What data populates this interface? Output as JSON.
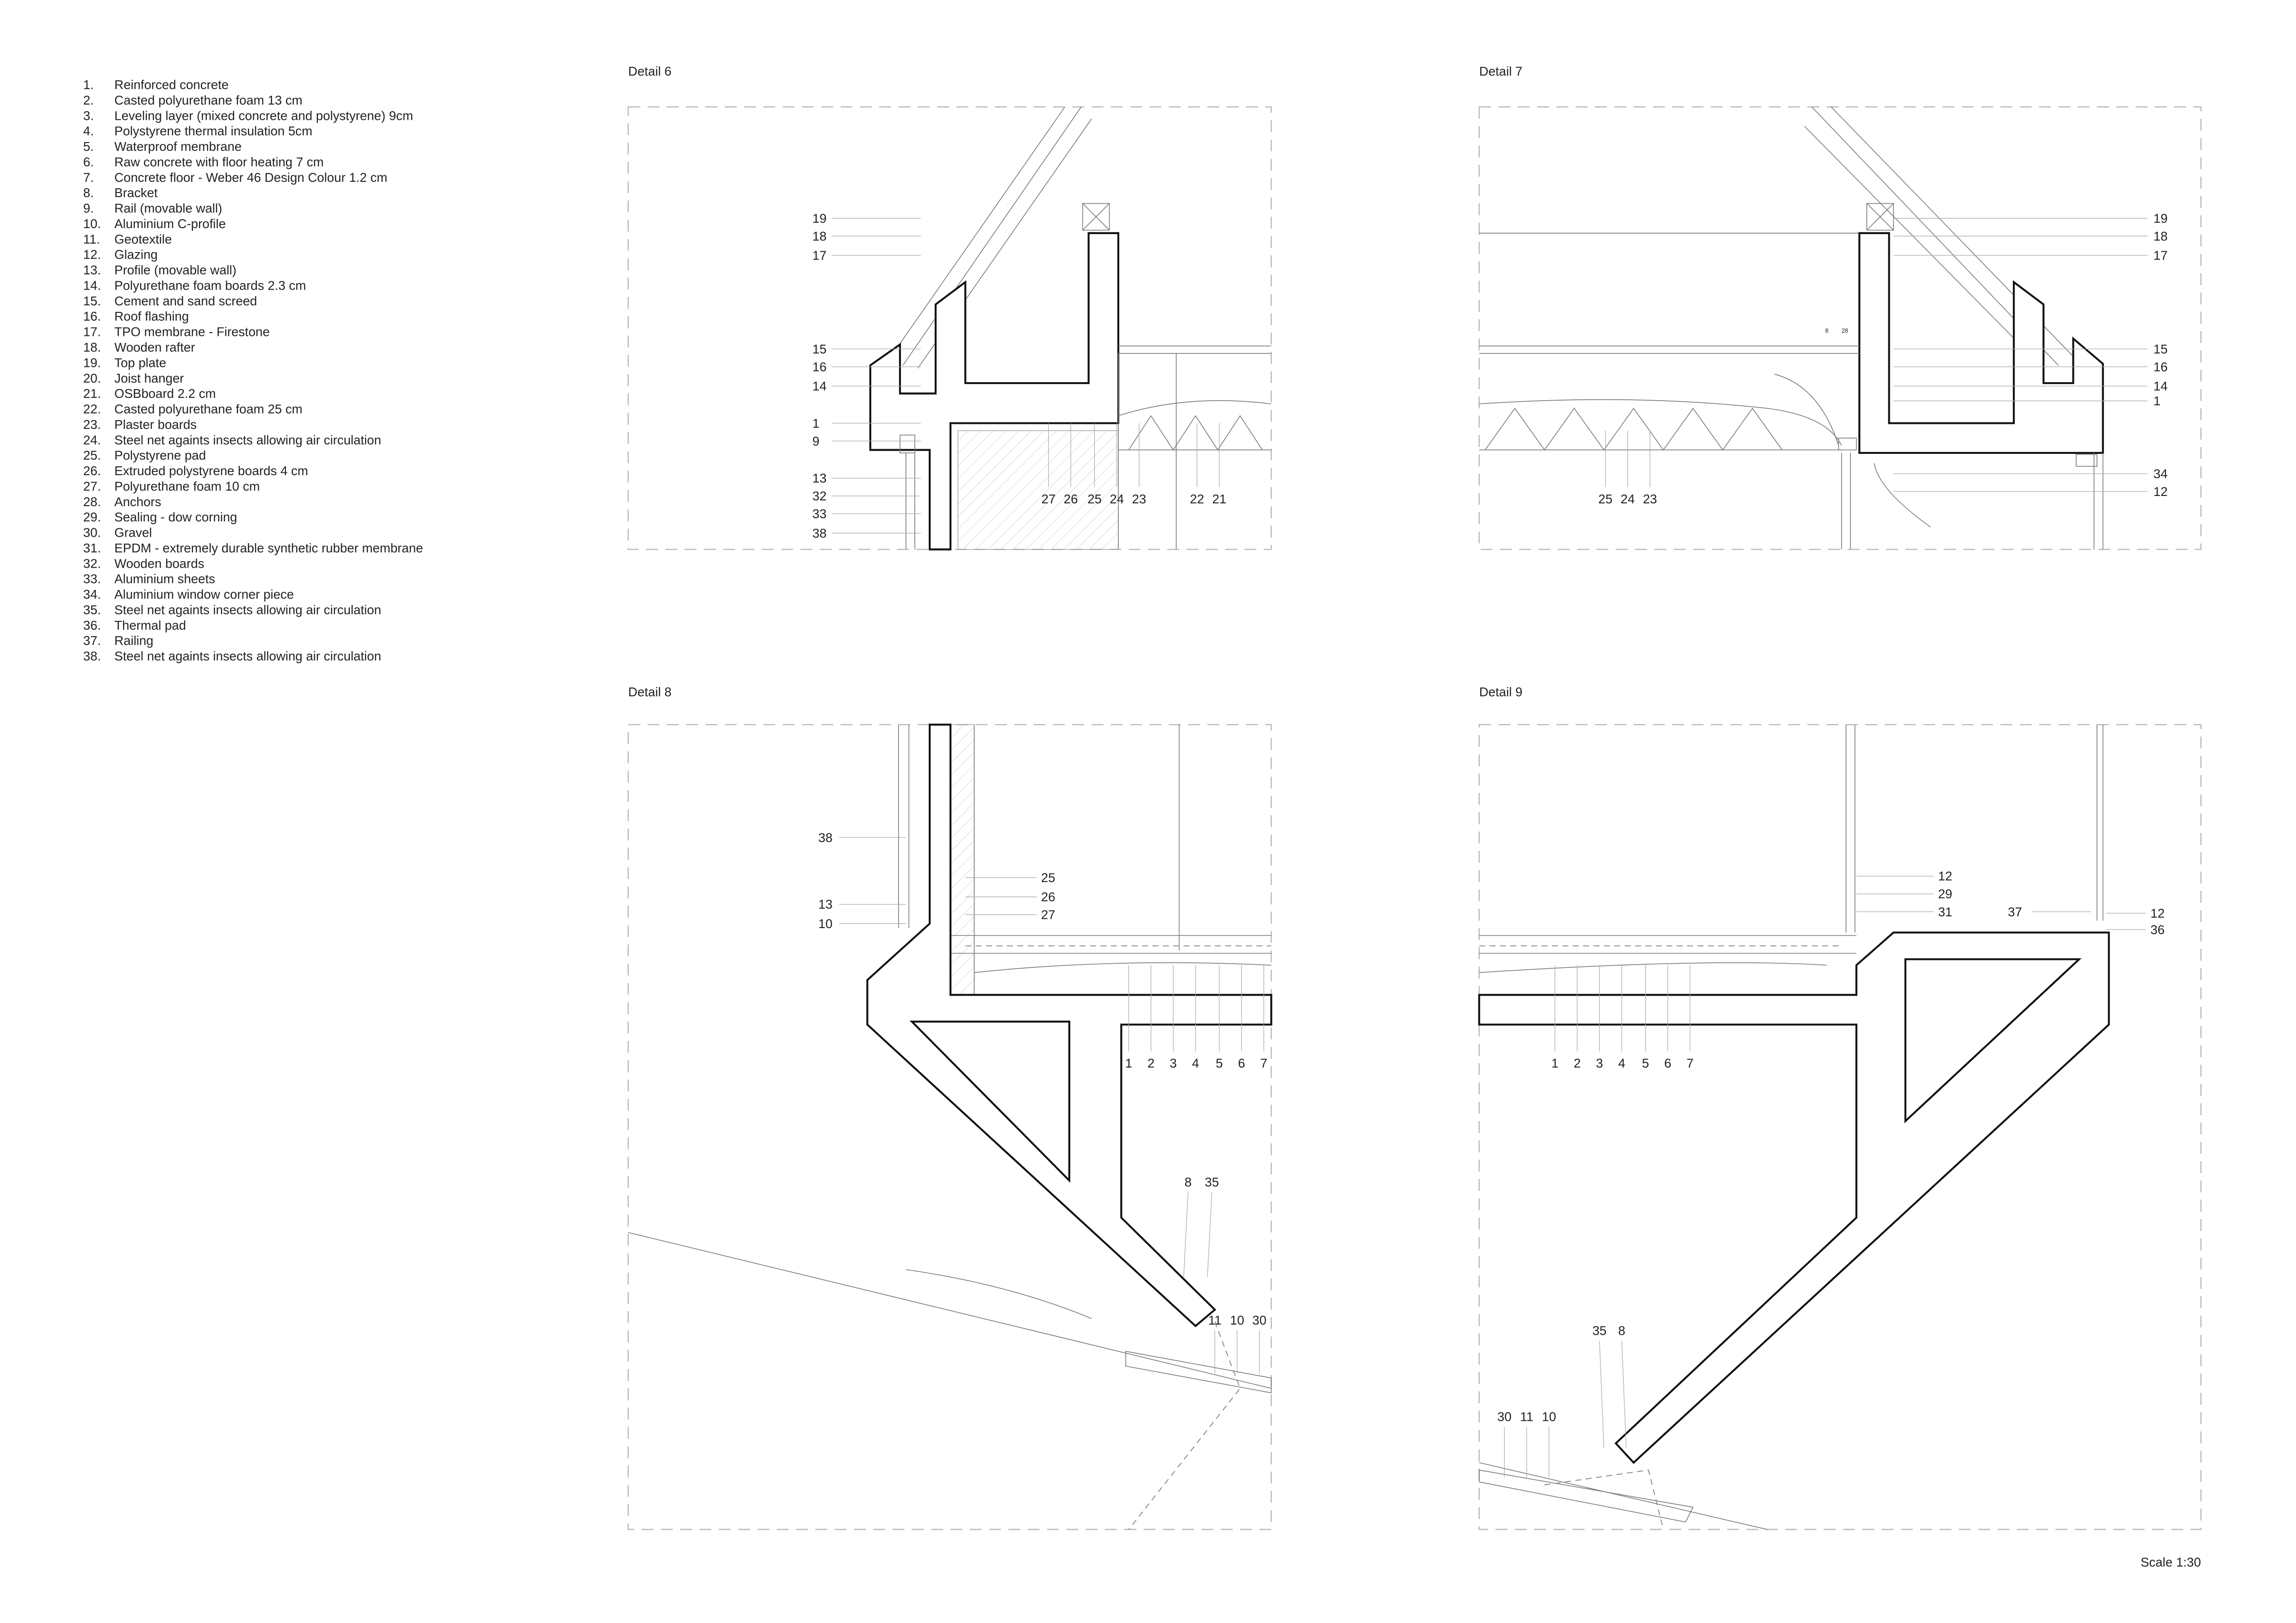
{
  "legend": [
    {
      "n": "1.",
      "t": "Reinforced concrete"
    },
    {
      "n": "2.",
      "t": "Casted polyurethane foam 13 cm"
    },
    {
      "n": "3.",
      "t": "Leveling layer (mixed concrete and polystyrene) 9cm"
    },
    {
      "n": "4.",
      "t": "Polystyrene thermal insulation 5cm"
    },
    {
      "n": "5.",
      "t": "Waterproof membrane"
    },
    {
      "n": "6.",
      "t": "Raw concrete with floor heating 7 cm"
    },
    {
      "n": "7.",
      "t": "Concrete floor - Weber 46 Design Colour 1.2 cm"
    },
    {
      "n": "8.",
      "t": "Bracket"
    },
    {
      "n": "9.",
      "t": "Rail (movable wall)"
    },
    {
      "n": "10.",
      "t": "Aluminium C-profile"
    },
    {
      "n": "11.",
      "t": "Geotextile"
    },
    {
      "n": "12.",
      "t": "Glazing"
    },
    {
      "n": "13.",
      "t": "Profile (movable wall)"
    },
    {
      "n": "14.",
      "t": "Polyurethane foam boards 2.3 cm"
    },
    {
      "n": "15.",
      "t": "Cement and sand screed"
    },
    {
      "n": "16.",
      "t": "Roof flashing"
    },
    {
      "n": "17.",
      "t": "TPO membrane - Firestone"
    },
    {
      "n": "18.",
      "t": "Wooden rafter"
    },
    {
      "n": "19.",
      "t": "Top plate"
    },
    {
      "n": "20.",
      "t": "Joist hanger"
    },
    {
      "n": "21.",
      "t": "OSBboard 2.2 cm"
    },
    {
      "n": "22.",
      "t": "Casted polyurethane foam 25 cm"
    },
    {
      "n": "23.",
      "t": "Plaster boards"
    },
    {
      "n": "24.",
      "t": "Steel net againts insects allowing air circulation"
    },
    {
      "n": "25.",
      "t": "Polystyrene pad"
    },
    {
      "n": "26.",
      "t": "Extruded polystyrene boards 4 cm"
    },
    {
      "n": "27.",
      "t": "Polyurethane foam 10 cm"
    },
    {
      "n": "28.",
      "t": "Anchors"
    },
    {
      "n": "29.",
      "t": "Sealing - dow corning"
    },
    {
      "n": "30.",
      "t": "Gravel"
    },
    {
      "n": "31.",
      "t": "EPDM - extremely durable synthetic rubber membrane"
    },
    {
      "n": "32.",
      "t": "Wooden boards"
    },
    {
      "n": "33.",
      "t": "Aluminium sheets"
    },
    {
      "n": "34.",
      "t": "Aluminium window corner piece"
    },
    {
      "n": "35.",
      "t": "Steel net againts insects allowing air circulation"
    },
    {
      "n": "36.",
      "t": "Thermal pad"
    },
    {
      "n": "37.",
      "t": "Railing"
    },
    {
      "n": "38.",
      "t": "Steel net againts insects allowing air circulation"
    }
  ],
  "details": {
    "d6": {
      "title": "Detail 6",
      "left": [
        "19",
        "18",
        "17",
        "15",
        "16",
        "14",
        "1",
        "9",
        "13",
        "32",
        "33",
        "38"
      ],
      "bottom": [
        "27",
        "26",
        "25",
        "24",
        "23",
        "22",
        "21"
      ]
    },
    "d7": {
      "title": "Detail 7",
      "right": [
        "19",
        "18",
        "17",
        "15",
        "16",
        "14",
        "1",
        "34",
        "12"
      ],
      "bottom": [
        "25",
        "24",
        "23"
      ],
      "small": [
        "8",
        "28"
      ]
    },
    "d8": {
      "title": "Detail 8",
      "left": [
        "38",
        "13",
        "10"
      ],
      "mid": [
        "25",
        "26",
        "27"
      ],
      "bottom": [
        "1",
        "2",
        "3",
        "4",
        "5",
        "6",
        "7"
      ],
      "bracket": [
        "8",
        "35"
      ],
      "ground": [
        "11",
        "10",
        "30"
      ]
    },
    "d9": {
      "title": "Detail 9",
      "mid": [
        "12",
        "29",
        "31"
      ],
      "railing": "37",
      "right": [
        "12",
        "36"
      ],
      "bottom": [
        "1",
        "2",
        "3",
        "4",
        "5",
        "6",
        "7"
      ],
      "bracket": [
        "35",
        "8"
      ],
      "ground": [
        "30",
        "11",
        "10"
      ]
    }
  },
  "scale": "Scale 1:30"
}
